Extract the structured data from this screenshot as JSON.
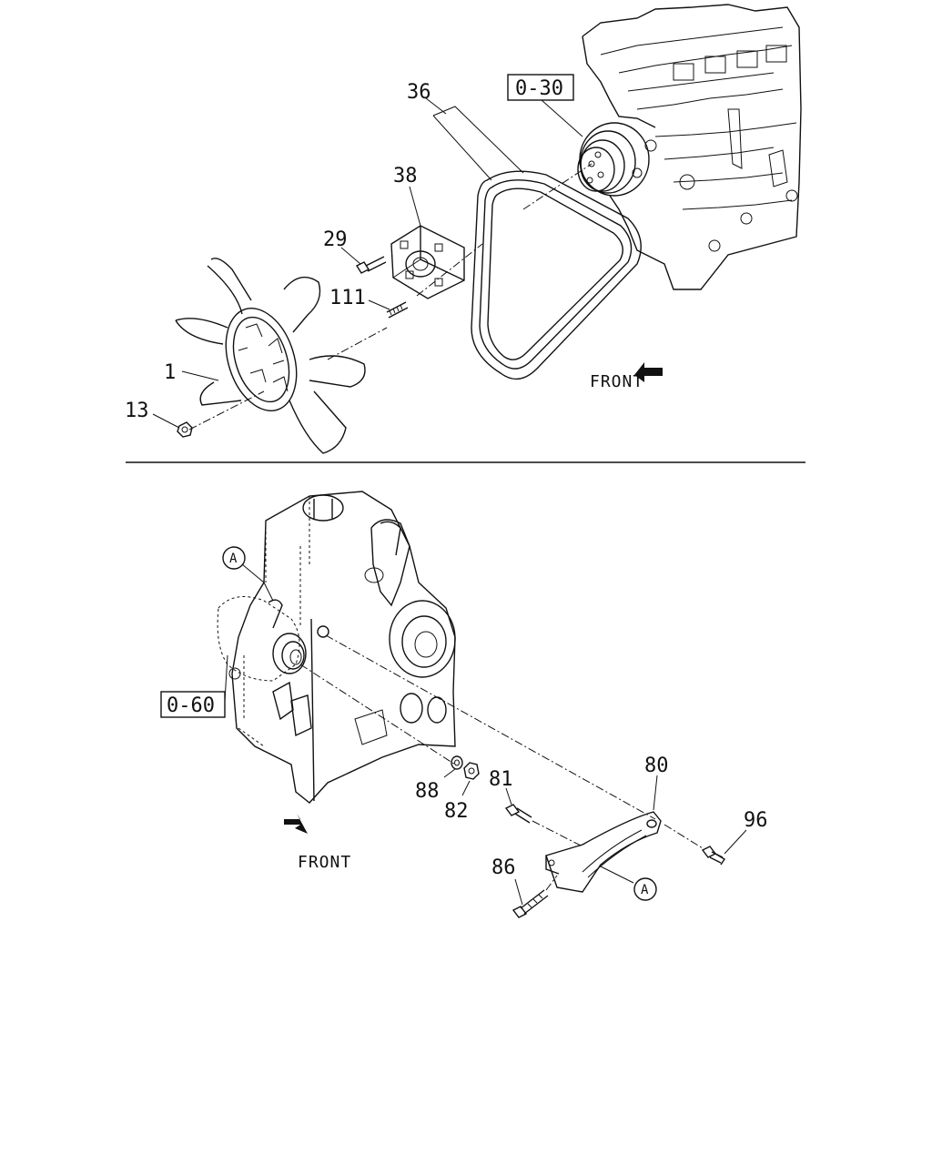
{
  "upper": {
    "callouts": {
      "c36": "36",
      "c38": "38",
      "c29": "29",
      "c111": "111",
      "c1": "1",
      "c13": "13"
    },
    "ref_box": "0-30",
    "front_label": "FRONT"
  },
  "lower": {
    "callouts": {
      "c80": "80",
      "c81": "81",
      "c96": "96",
      "c88": "88",
      "c82": "82",
      "c86": "86"
    },
    "ref_box": "0-60",
    "circle_marker": "A",
    "front_label": "FRONT"
  }
}
